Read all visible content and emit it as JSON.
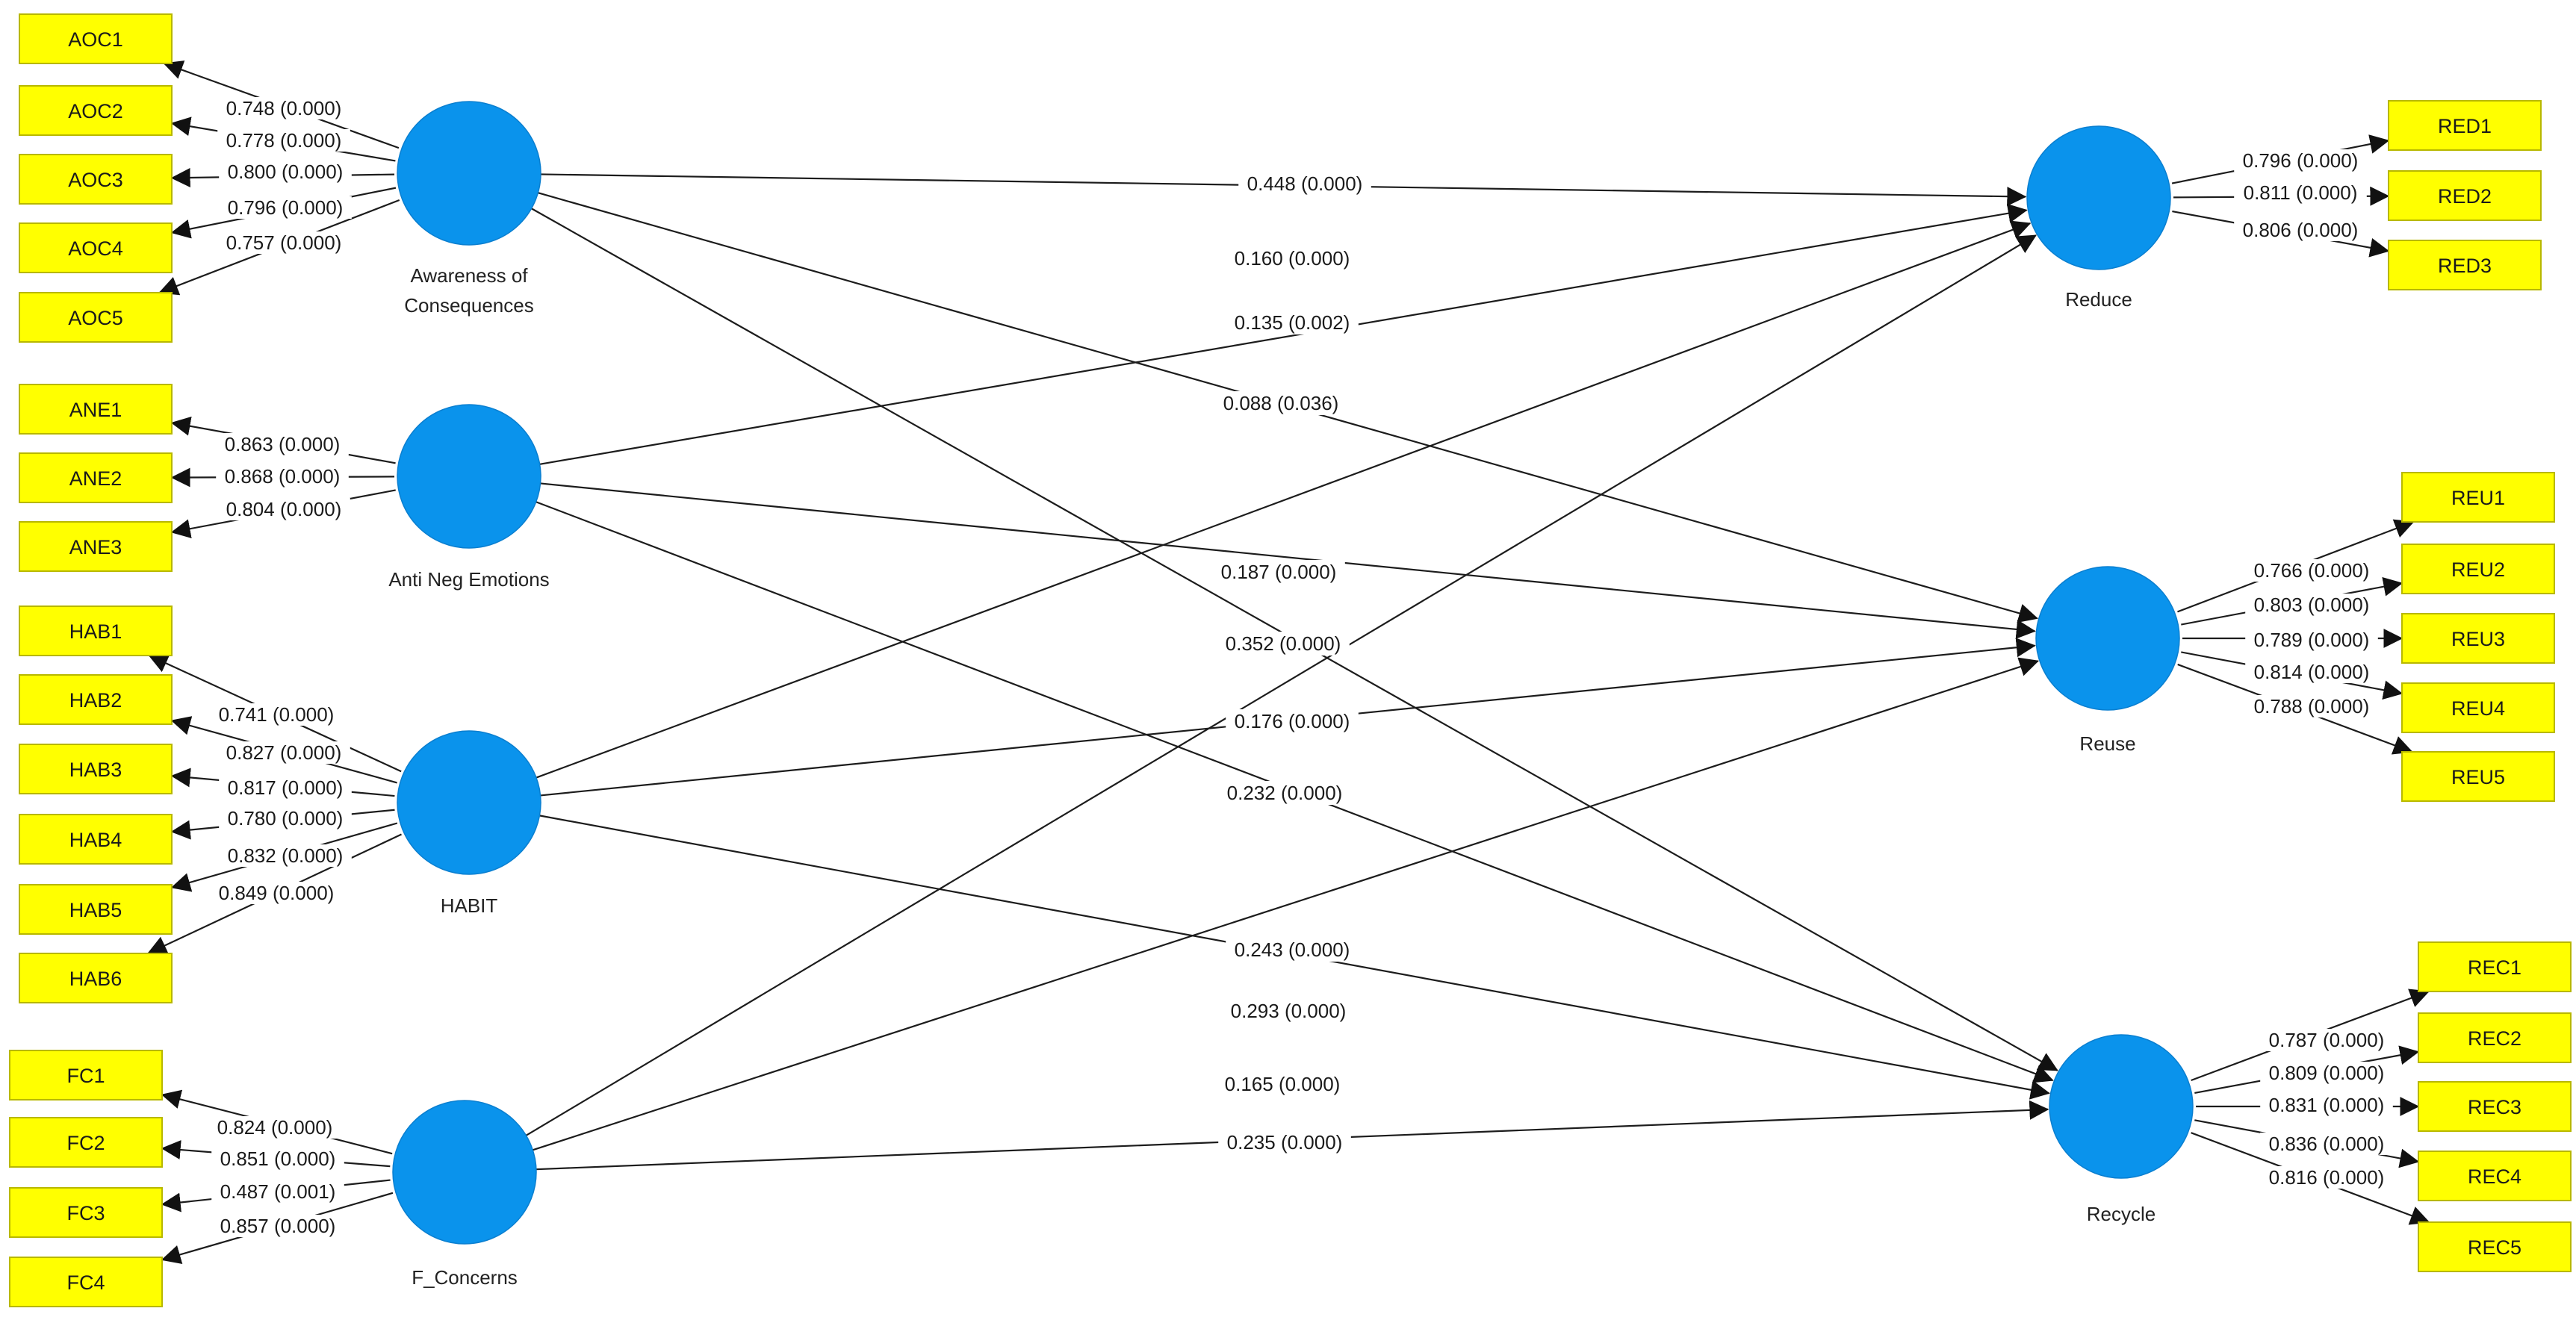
{
  "latents": [
    {
      "id": "AOC",
      "label": [
        "Awareness of",
        "Consequences"
      ]
    },
    {
      "id": "ANE",
      "label": [
        "Anti Neg Emotions"
      ]
    },
    {
      "id": "HAB",
      "label": [
        "HABIT"
      ]
    },
    {
      "id": "FC",
      "label": [
        "F_Concerns"
      ]
    },
    {
      "id": "RED",
      "label": [
        "Reduce"
      ]
    },
    {
      "id": "REU",
      "label": [
        "Reuse"
      ]
    },
    {
      "id": "REC",
      "label": [
        "Recycle"
      ]
    }
  ],
  "indicators": [
    {
      "id": "AOC1",
      "latent": "AOC",
      "loading": "0.748 (0.000)"
    },
    {
      "id": "AOC2",
      "latent": "AOC",
      "loading": "0.778 (0.000)"
    },
    {
      "id": "AOC3",
      "latent": "AOC",
      "loading": "0.800 (0.000)"
    },
    {
      "id": "AOC4",
      "latent": "AOC",
      "loading": "0.796 (0.000)"
    },
    {
      "id": "AOC5",
      "latent": "AOC",
      "loading": "0.757 (0.000)"
    },
    {
      "id": "ANE1",
      "latent": "ANE",
      "loading": "0.863 (0.000)"
    },
    {
      "id": "ANE2",
      "latent": "ANE",
      "loading": "0.868 (0.000)"
    },
    {
      "id": "ANE3",
      "latent": "ANE",
      "loading": "0.804 (0.000)"
    },
    {
      "id": "HAB1",
      "latent": "HAB",
      "loading": "0.741 (0.000)"
    },
    {
      "id": "HAB2",
      "latent": "HAB",
      "loading": "0.827 (0.000)"
    },
    {
      "id": "HAB3",
      "latent": "HAB",
      "loading": "0.817 (0.000)"
    },
    {
      "id": "HAB4",
      "latent": "HAB",
      "loading": "0.780 (0.000)"
    },
    {
      "id": "HAB5",
      "latent": "HAB",
      "loading": "0.832 (0.000)"
    },
    {
      "id": "HAB6",
      "latent": "HAB",
      "loading": "0.849 (0.000)"
    },
    {
      "id": "FC1",
      "latent": "FC",
      "loading": "0.824 (0.000)"
    },
    {
      "id": "FC2",
      "latent": "FC",
      "loading": "0.851 (0.000)"
    },
    {
      "id": "FC3",
      "latent": "FC",
      "loading": "0.487 (0.001)"
    },
    {
      "id": "FC4",
      "latent": "FC",
      "loading": "0.857 (0.000)"
    },
    {
      "id": "RED1",
      "latent": "RED",
      "loading": "0.796 (0.000)"
    },
    {
      "id": "RED2",
      "latent": "RED",
      "loading": "0.811 (0.000)"
    },
    {
      "id": "RED3",
      "latent": "RED",
      "loading": "0.806 (0.000)"
    },
    {
      "id": "REU1",
      "latent": "REU",
      "loading": "0.766 (0.000)"
    },
    {
      "id": "REU2",
      "latent": "REU",
      "loading": "0.803 (0.000)"
    },
    {
      "id": "REU3",
      "latent": "REU",
      "loading": "0.789 (0.000)"
    },
    {
      "id": "REU4",
      "latent": "REU",
      "loading": "0.814 (0.000)"
    },
    {
      "id": "REU5",
      "latent": "REU",
      "loading": "0.788 (0.000)"
    },
    {
      "id": "REC1",
      "latent": "REC",
      "loading": "0.787 (0.000)"
    },
    {
      "id": "REC2",
      "latent": "REC",
      "loading": "0.809 (0.000)"
    },
    {
      "id": "REC3",
      "latent": "REC",
      "loading": "0.831 (0.000)"
    },
    {
      "id": "REC4",
      "latent": "REC",
      "loading": "0.836 (0.000)"
    },
    {
      "id": "REC5",
      "latent": "REC",
      "loading": "0.816 (0.000)"
    }
  ],
  "paths": [
    {
      "from": "AOC",
      "to": "RED",
      "label": "0.448 (0.000)"
    },
    {
      "from": "ANE",
      "to": "RED",
      "label": "0.160 (0.000)"
    },
    {
      "from": "HAB",
      "to": "RED",
      "label": "0.135 (0.002)"
    },
    {
      "from": "FC",
      "to": "RED",
      "label": "0.088 (0.036)"
    },
    {
      "from": "AOC",
      "to": "REU",
      "label": "0.187 (0.000)"
    },
    {
      "from": "ANE",
      "to": "REU",
      "label": "0.352 (0.000)"
    },
    {
      "from": "HAB",
      "to": "REU",
      "label": "0.176 (0.000)"
    },
    {
      "from": "FC",
      "to": "REU",
      "label": "0.232 (0.000)"
    },
    {
      "from": "AOC",
      "to": "REC",
      "label": "0.243 (0.000)"
    },
    {
      "from": "ANE",
      "to": "REC",
      "label": "0.293 (0.000)"
    },
    {
      "from": "HAB",
      "to": "REC",
      "label": "0.165 (0.000)"
    },
    {
      "from": "FC",
      "to": "REC",
      "label": "0.235 (0.000)"
    }
  ],
  "colors": {
    "latent_fill": "#0a93ec",
    "indicator_fill": "#ffff00",
    "edge": "#1c1c1c"
  }
}
